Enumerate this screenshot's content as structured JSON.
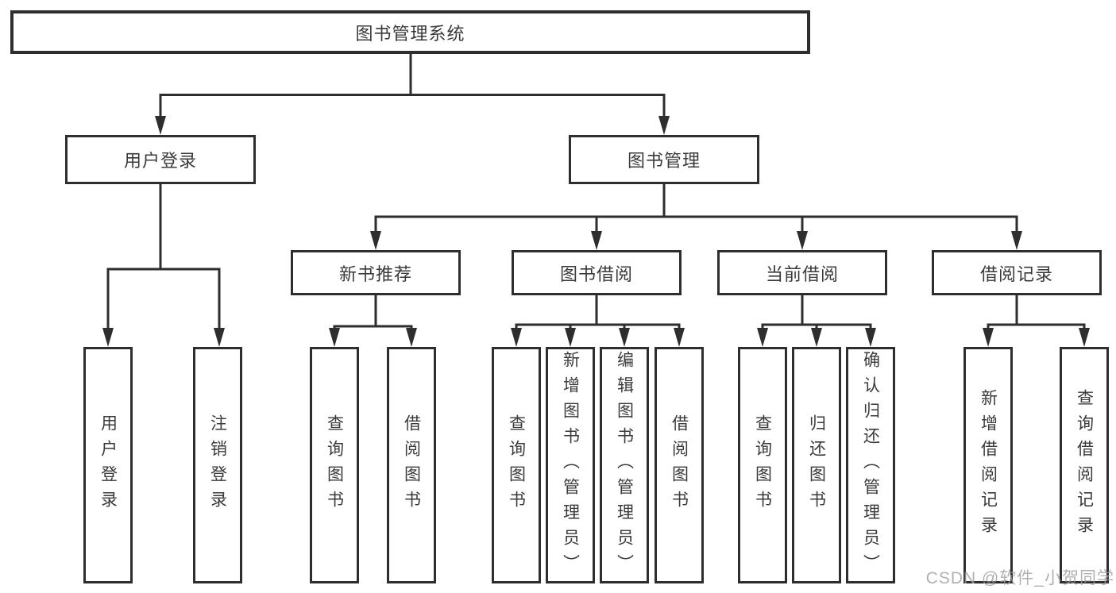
{
  "title": "图书管理系统",
  "watermark": "CSDN @软件_小贺同学",
  "colors": {
    "line": "#2e2e2e",
    "text": "#3a3a3a",
    "watermark": "#9d9d9d",
    "background": "#ffffff"
  },
  "level2": [
    {
      "label": "用户登录",
      "parent": "图书管理系统"
    },
    {
      "label": "图书管理",
      "parent": "图书管理系统"
    }
  ],
  "level3": [
    {
      "label": "新书推荐",
      "parent": "图书管理"
    },
    {
      "label": "图书借阅",
      "parent": "图书管理"
    },
    {
      "label": "当前借阅",
      "parent": "图书管理"
    },
    {
      "label": "借阅记录",
      "parent": "图书管理"
    }
  ],
  "leaves": [
    {
      "label": "用户登录",
      "parent": "用户登录"
    },
    {
      "label": "注销登录",
      "parent": "用户登录"
    },
    {
      "label": "查询图书",
      "parent": "新书推荐"
    },
    {
      "label": "借阅图书",
      "parent": "新书推荐"
    },
    {
      "label": "查询图书",
      "parent": "图书借阅"
    },
    {
      "label": "新增图书（管理员）",
      "parent": "图书借阅"
    },
    {
      "label": "编辑图书（管理员）",
      "parent": "图书借阅"
    },
    {
      "label": "借阅图书",
      "parent": "图书借阅"
    },
    {
      "label": "查询图书",
      "parent": "当前借阅"
    },
    {
      "label": "归还图书",
      "parent": "当前借阅"
    },
    {
      "label": "确认归还（管理员）",
      "parent": "当前借阅"
    },
    {
      "label": "新增借阅记录",
      "parent": "借阅记录"
    },
    {
      "label": "查询借阅记录",
      "parent": "借阅记录"
    }
  ]
}
